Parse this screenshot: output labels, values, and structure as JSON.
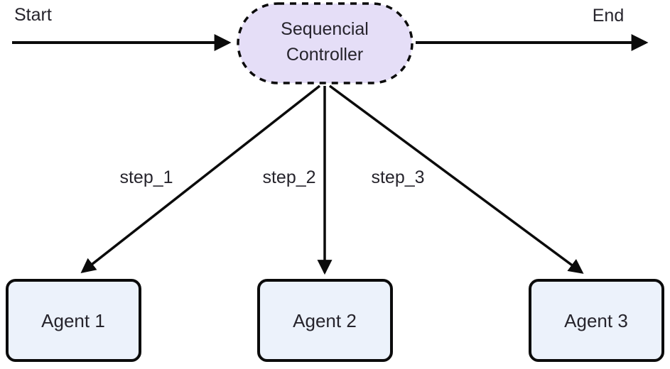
{
  "diagram": {
    "title_hint": "sequential-controller-flowchart",
    "start_label": "Start",
    "end_label": "End",
    "controller": {
      "line1": "Sequencial",
      "line2": "Controller"
    },
    "edges": [
      {
        "label": "step_1"
      },
      {
        "label": "step_2"
      },
      {
        "label": "step_3"
      }
    ],
    "agents": [
      {
        "label": "Agent 1"
      },
      {
        "label": "Agent 2"
      },
      {
        "label": "Agent 3"
      }
    ]
  },
  "colors": {
    "controller_fill": "#e5def7",
    "agent_fill": "#ecf2fb",
    "line": "#0b0b0b",
    "text": "#26242c",
    "background": "#ffffff"
  }
}
